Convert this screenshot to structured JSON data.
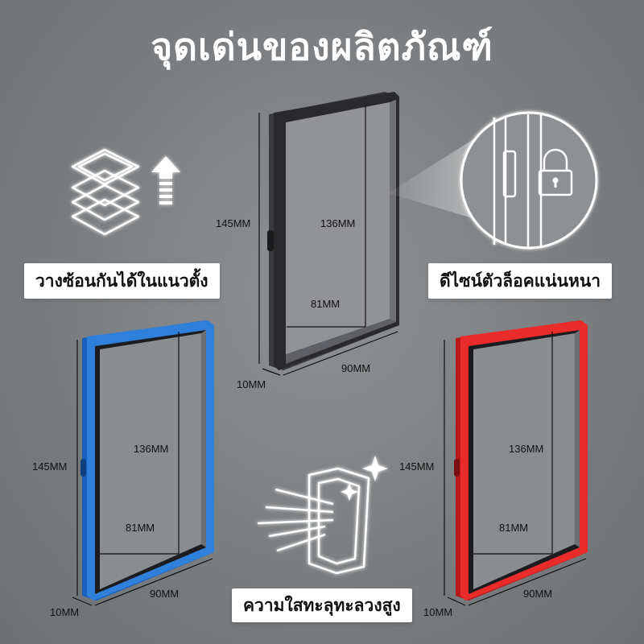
{
  "title": "จุดเด่นของผลิตภัณฑ์",
  "features": {
    "stacking": "วางซ้อนกันได้ในแนวตั้ง",
    "lock": "ดีไซน์ตัวล็อคแน่นหนา",
    "transparency": "ความใสทะลุทะลวงสูง"
  },
  "frames": [
    {
      "name": "black",
      "color": "#2a2a2c",
      "height": "145MM",
      "inner_height": "136MM",
      "inner_width": "81MM",
      "width": "90MM",
      "depth": "10MM"
    },
    {
      "name": "blue",
      "color": "#1f6fd0",
      "height": "145MM",
      "inner_height": "136MM",
      "inner_width": "81MM",
      "width": "90MM",
      "depth": "10MM"
    },
    {
      "name": "red",
      "color": "#e02424",
      "height": "145MM",
      "inner_height": "136MM",
      "inner_width": "81MM",
      "width": "90MM",
      "depth": "10MM"
    }
  ],
  "icons": [
    "stacked-layers-icon",
    "arrow-up-icon",
    "padlock-icon",
    "light-rays-icon",
    "sparkle-icon"
  ]
}
